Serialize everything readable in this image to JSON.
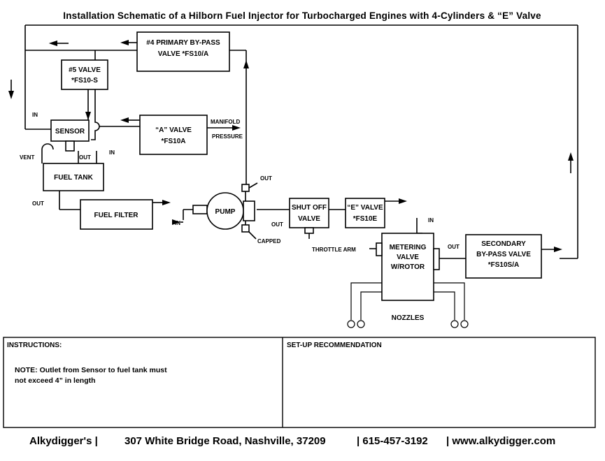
{
  "title": "Installation Schematic of a Hilborn Fuel Injector for Turbocharged Engines with 4-Cylinders & “E” Valve",
  "components": {
    "primary_bypass": [
      "#4  PRIMARY  BY-PASS",
      "VALVE  *FS10/A"
    ],
    "valve5": [
      "#5  VALVE",
      "*FS10-S"
    ],
    "sensor": "SENSOR",
    "a_valve": [
      "“A”  VALVE",
      "*FS10A"
    ],
    "fuel_tank": "FUEL  TANK",
    "fuel_filter": "FUEL  FILTER",
    "pump": "PUMP",
    "shutoff": [
      "SHUT  OFF",
      "VALVE"
    ],
    "e_valve": [
      "“E”  VALVE",
      "*FS10E"
    ],
    "metering": [
      "METERING",
      "VALVE",
      "W/ROTOR"
    ],
    "secondary_bypass": [
      "SECONDARY",
      "BY-PASS  VALVE",
      "*FS10S/A"
    ],
    "nozzles": "NOZZLES"
  },
  "labels": {
    "in": "IN",
    "out": "OUT",
    "vent": "VENT",
    "manifold_pressure": [
      "MANIFOLD",
      "PRESSURE"
    ],
    "capped": "CAPPED",
    "throttle_arm": "THROTTLE  ARM"
  },
  "panels": {
    "instructions_heading": "INSTRUCTIONS:",
    "note": [
      "NOTE: Outlet from Sensor to fuel tank must",
      "not exceed 4” in length"
    ],
    "setup_heading": "SET-UP  RECOMMENDATION"
  },
  "footer": {
    "company": "Alkydigger's |",
    "address": "307 White Bridge Road, Nashville, 37209",
    "phone": "| 615-457-3192",
    "web": "| www.alkydigger.com"
  }
}
